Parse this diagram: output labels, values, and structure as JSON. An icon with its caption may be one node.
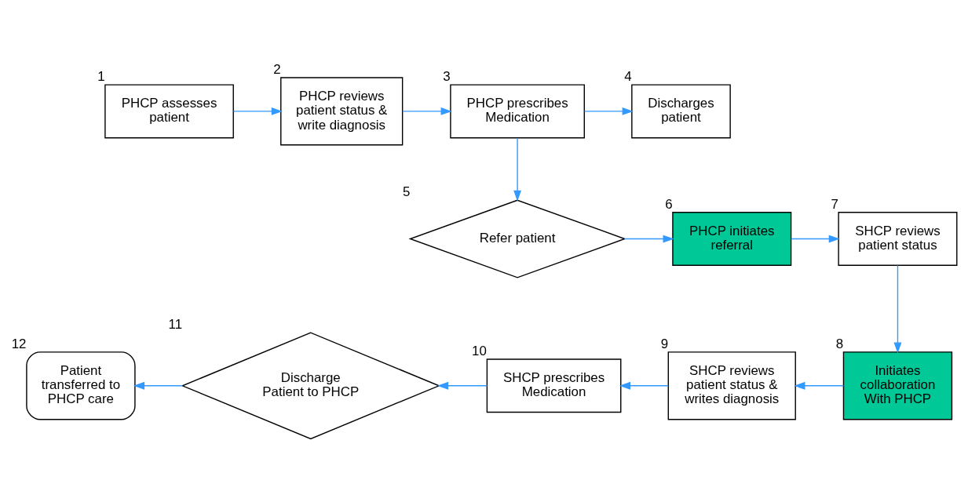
{
  "diagram": {
    "nodes": [
      {
        "text": [
          "PHCP assesses patient"
        ],
        "beside": [
          "1"
        ]
      },
      {
        "text": [
          "PHCP reviews patient status & write diagnosis"
        ],
        "beside": [
          "2"
        ]
      },
      {
        "text": [
          "PHCP prescribes Medication"
        ],
        "beside": [
          "3"
        ]
      },
      {
        "text": [
          "Discharges patient"
        ],
        "beside": [
          "4"
        ]
      },
      {
        "text": [
          "Refer patient"
        ],
        "beside": [
          "5"
        ]
      },
      {
        "text": [
          "PHCP initiates referral"
        ],
        "beside": [
          "6"
        ]
      },
      {
        "text": [
          "SHCP reviews patient status"
        ],
        "beside": [
          "7"
        ]
      },
      {
        "text": [
          "Initiates collaboration With PHCP"
        ],
        "beside": [
          "8"
        ]
      },
      {
        "text": [
          "SHCP reviews patient status & writes diagnosis"
        ],
        "beside": [
          "9"
        ]
      },
      {
        "text": [
          "SHCP prescribes Medication"
        ],
        "beside": [
          "10"
        ]
      },
      {
        "text": [
          "Discharge Patient to PHCP"
        ],
        "beside": [
          "11"
        ]
      },
      {
        "text": [
          "Patient transferred to PHCP care"
        ],
        "beside": [
          "12"
        ]
      }
    ],
    "edges": [
      {
        "from": 0,
        "to": 1,
        "arrow": "to"
      },
      {
        "from": 1,
        "to": 2,
        "arrow": "to"
      },
      {
        "from": 2,
        "to": 3,
        "arrow": "to"
      },
      {
        "from": 2,
        "to": 4,
        "arrow": "to"
      },
      {
        "from": 4,
        "to": 5,
        "arrow": "to"
      },
      {
        "from": 5,
        "to": 6,
        "arrow": "to"
      },
      {
        "from": 6,
        "to": 7,
        "arrow": "to"
      },
      {
        "from": 7,
        "to": 8,
        "arrow": "to"
      },
      {
        "from": 8,
        "to": 9,
        "arrow": "to"
      },
      {
        "from": 9,
        "to": 10,
        "arrow": "to"
      },
      {
        "from": 10,
        "to": 11,
        "arrow": "to"
      }
    ]
  }
}
